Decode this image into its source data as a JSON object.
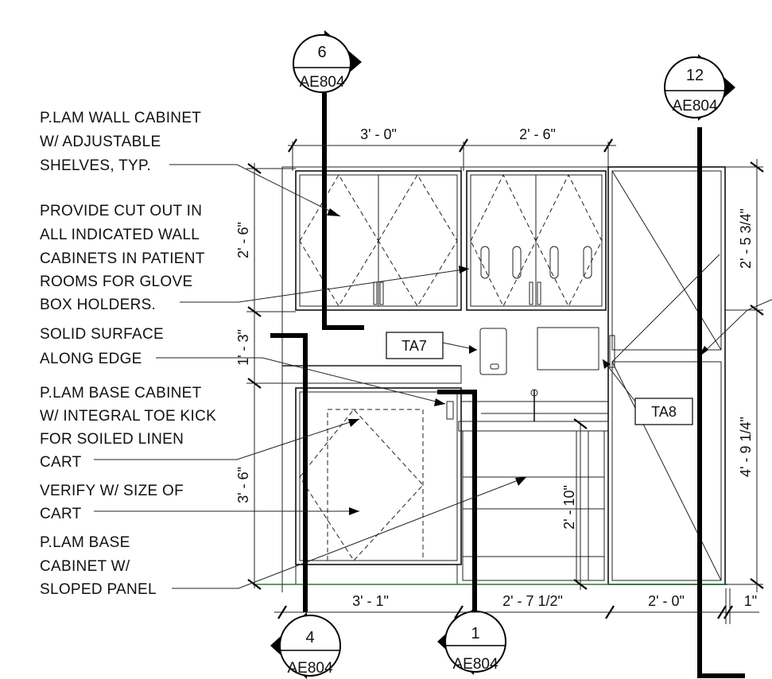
{
  "notes": [
    {
      "lines": [
        "P.LAM WALL CABINET",
        "W/ ADJUSTABLE",
        "SHELVES, TYP."
      ]
    },
    {
      "lines": [
        "PROVIDE CUT OUT IN",
        "ALL INDICATED WALL",
        "CABINETS IN PATIENT",
        "ROOMS FOR GLOVE",
        "BOX HOLDERS."
      ]
    },
    {
      "lines": [
        "SOLID SURFACE",
        "ALONG EDGE"
      ]
    },
    {
      "lines": [
        "P.LAM BASE CABINET",
        "W/ INTEGRAL TOE KICK",
        "FOR SOILED LINEN",
        "CART"
      ]
    },
    {
      "lines": [
        "VERIFY W/ SIZE OF",
        "CART"
      ]
    },
    {
      "lines": [
        "P.LAM BASE",
        "CABINET W/",
        "SLOPED PANEL"
      ]
    }
  ],
  "dimensions": {
    "top": [
      "3' - 0\"",
      "2' - 6\""
    ],
    "bottom": [
      "3' - 1\"",
      "2' - 7 1/2\"",
      "2' - 0\"",
      "1\""
    ],
    "left": [
      "2' - 6\"",
      "1' - 3\"",
      "3' - 6\""
    ],
    "right": [
      "2' - 5 3/4\"",
      "4' - 9 1/4\""
    ],
    "interior": "2' - 10\""
  },
  "tags": [
    "TA7",
    "TA8"
  ],
  "sections": [
    {
      "number": "6",
      "sheet": "AE804"
    },
    {
      "number": "12",
      "sheet": "AE804"
    },
    {
      "number": "4",
      "sheet": "AE804"
    },
    {
      "number": "1",
      "sheet": "AE804"
    }
  ]
}
